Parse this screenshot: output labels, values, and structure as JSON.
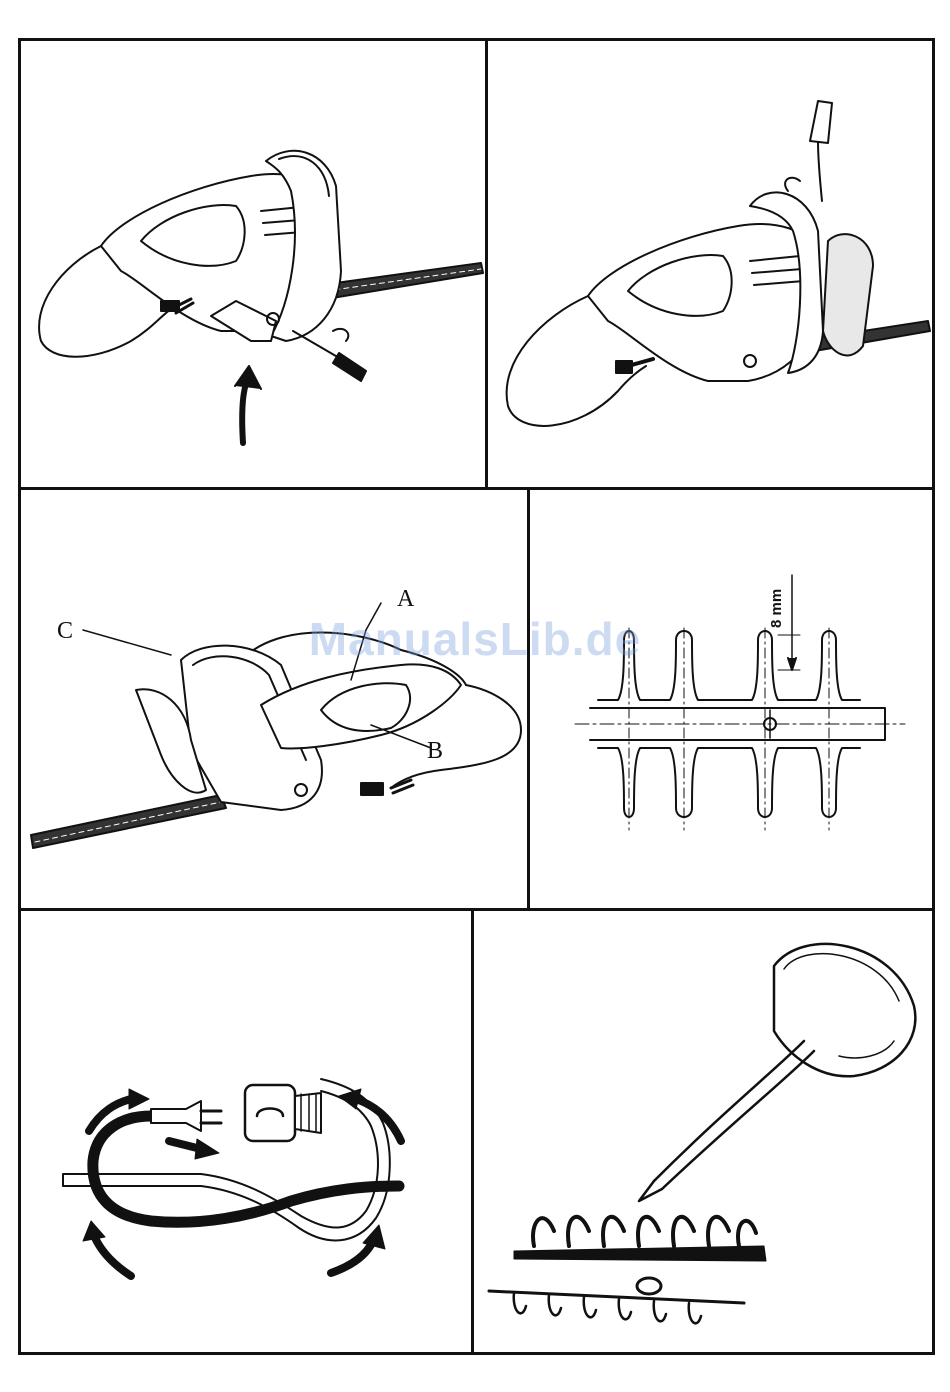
{
  "watermark": "ManualsLib.de",
  "panels": {
    "trimmer_disassembly": {
      "icon": "hedge-trimmer-screwdriver-icon"
    },
    "trimmer_guard_removal": {
      "icon": "hedge-trimmer-guard-icon"
    },
    "trimmer_parts": {
      "icon": "hedge-trimmer-parts-icon",
      "label_a": "A",
      "label_b": "B",
      "label_c": "C"
    },
    "blade_diagram": {
      "icon": "blade-teeth-diagram-icon",
      "dimension": "8 mm"
    },
    "cord_loop": {
      "icon": "cord-strain-relief-icon"
    },
    "blade_oiling": {
      "icon": "oil-can-icon"
    }
  }
}
